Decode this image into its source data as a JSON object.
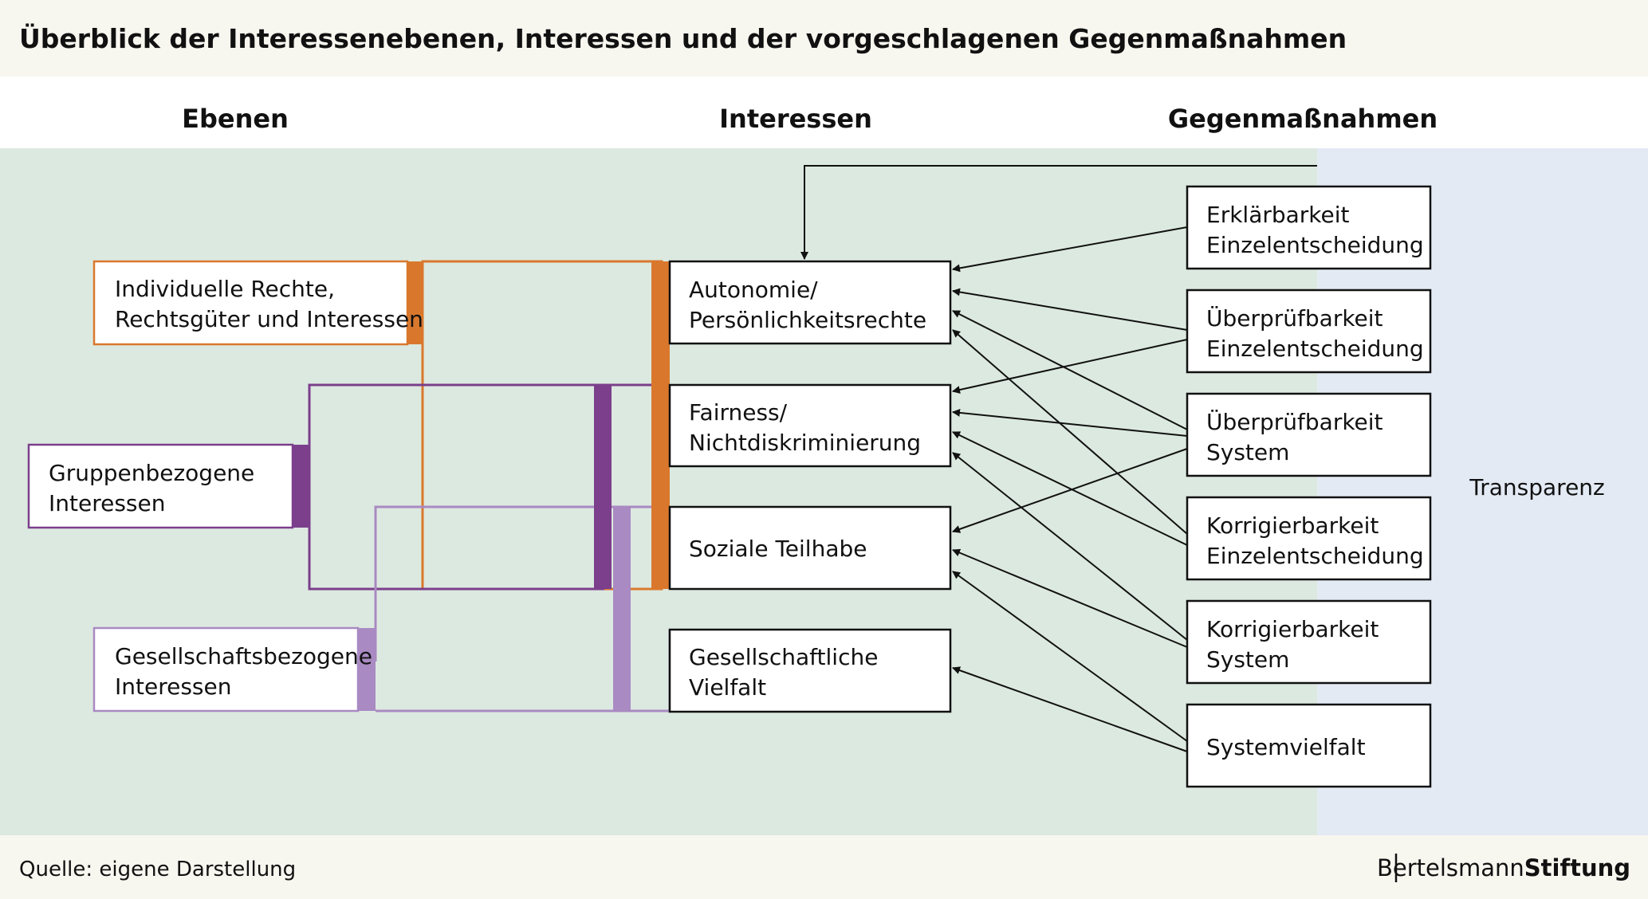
{
  "title": "Überblick der Interessenebenen, Interessen und der vorgeschlagenen Gegenmaßnahmen",
  "column_headers": {
    "ebenen": "Ebenen",
    "interessen": "Interessen",
    "gegenmassnahmen": "Gegenmaßnahmen"
  },
  "ebenen": [
    {
      "id": "individuell",
      "lines": [
        "Individuelle Rechte,",
        "Rechtsgüter und Interessen"
      ]
    },
    {
      "id": "gruppe",
      "lines": [
        "Gruppenbezogene",
        "Interessen"
      ]
    },
    {
      "id": "gesellschaft",
      "lines": [
        "Gesellschaftsbezogene",
        "Interessen"
      ]
    }
  ],
  "interessen": [
    {
      "id": "autonomie",
      "lines": [
        "Autonomie/",
        "Persönlichkeitsrechte"
      ]
    },
    {
      "id": "fairness",
      "lines": [
        "Fairness/",
        "Nichtdiskriminierung"
      ]
    },
    {
      "id": "teilhabe",
      "lines": [
        "Soziale Teilhabe"
      ]
    },
    {
      "id": "vielfalt",
      "lines": [
        "Gesellschaftliche",
        "Vielfalt"
      ]
    }
  ],
  "gegenmassnahmen": [
    {
      "id": "erklaer",
      "lines": [
        "Erklärbarkeit",
        "Einzelentscheidung"
      ]
    },
    {
      "id": "uepruef-einzel",
      "lines": [
        "Überprüfbarkeit",
        "Einzelentscheidung"
      ]
    },
    {
      "id": "uepruef-system",
      "lines": [
        "Überprüfbarkeit",
        "System"
      ]
    },
    {
      "id": "korr-einzel",
      "lines": [
        "Korrigierbarkeit",
        "Einzelentscheidung"
      ]
    },
    {
      "id": "korr-system",
      "lines": [
        "Korrigierbarkeit",
        "System"
      ]
    },
    {
      "id": "systemvielfalt",
      "lines": [
        "Systemvielfalt"
      ]
    }
  ],
  "transparenz": "Transparenz",
  "arrows": [
    {
      "from": "transparenz",
      "to": "autonomie"
    },
    {
      "from": "erklaer",
      "to": "autonomie"
    },
    {
      "from": "uepruef-einzel",
      "to": "autonomie"
    },
    {
      "from": "uepruef-einzel",
      "to": "fairness"
    },
    {
      "from": "uepruef-system",
      "to": "autonomie"
    },
    {
      "from": "uepruef-system",
      "to": "fairness"
    },
    {
      "from": "uepruef-system",
      "to": "teilhabe"
    },
    {
      "from": "korr-einzel",
      "to": "autonomie"
    },
    {
      "from": "korr-einzel",
      "to": "fairness"
    },
    {
      "from": "korr-system",
      "to": "fairness"
    },
    {
      "from": "korr-system",
      "to": "teilhabe"
    },
    {
      "from": "systemvielfalt",
      "to": "teilhabe"
    },
    {
      "from": "systemvielfalt",
      "to": "vielfalt"
    }
  ],
  "colors": {
    "individuell": "#d9782d",
    "gruppe": "#7b3f8c",
    "gesellschaft": "#a98ac2",
    "green_band": "#dce9e0",
    "blue_band": "#e3eaf4",
    "header_band": "#f7f6ef"
  },
  "footer": {
    "source": "Quelle: eigene Darstellung",
    "brand_left": "Bertelsmann",
    "brand_right": "Stiftung"
  }
}
